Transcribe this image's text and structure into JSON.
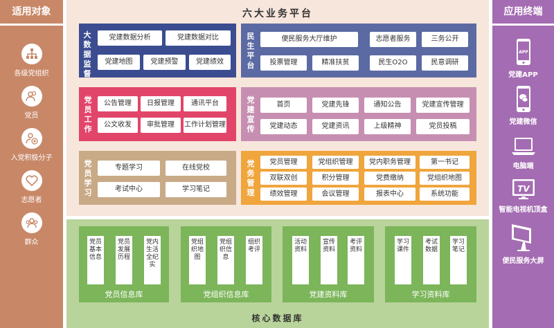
{
  "left": {
    "header": "适用对象",
    "items": [
      {
        "label": "各级党组织",
        "icon": "org-chart-icon"
      },
      {
        "label": "党员",
        "icon": "people-icon"
      },
      {
        "label": "入党积极分子",
        "icon": "person-add-icon"
      },
      {
        "label": "志愿者",
        "icon": "heart-icon"
      },
      {
        "label": "群众",
        "icon": "group-icon"
      }
    ]
  },
  "right": {
    "header": "应用终端",
    "items": [
      {
        "label": "党建APP",
        "icon": "phone-app-icon",
        "icon_text": "APP"
      },
      {
        "label": "党建微信",
        "icon": "wechat-phone-icon"
      },
      {
        "label": "电脑端",
        "icon": "laptop-icon"
      },
      {
        "label": "智能电视机顶盒",
        "icon": "tv-icon",
        "icon_text": "TV"
      },
      {
        "label": "便民服务大屏",
        "icon": "kiosk-icon"
      }
    ]
  },
  "platform": {
    "title": "六大业务平台",
    "panels": {
      "bigdata": {
        "title": "大数据监督",
        "color": "#3b4d90",
        "buttons": [
          "党建数据分析",
          "党建数据对比",
          "党建地图",
          "党建预警",
          "党建绩效"
        ]
      },
      "livelihood": {
        "title": "民生平台",
        "color": "#5b6aa3",
        "buttons": [
          "便民服务大厅维护",
          "志愿者服务",
          "三务公开",
          "投票管理",
          "精准扶贫",
          "民生O2O",
          "民意调研"
        ]
      },
      "staff": {
        "title": "党员工作",
        "color": "#e2456a",
        "buttons": [
          "公告管理",
          "日报管理",
          "通讯平台",
          "公文收发",
          "审批管理",
          "工作计划管理"
        ]
      },
      "publicity": {
        "title": "党建宣传",
        "color": "#c68fb2",
        "buttons": [
          "首页",
          "党建先锋",
          "通知公告",
          "党建宣传管理",
          "党建动态",
          "党建资讯",
          "上级精神",
          "党员投稿"
        ]
      },
      "study": {
        "title": "党员学习",
        "color": "#c8aa86",
        "buttons": [
          "专题学习",
          "在线党校",
          "考试中心",
          "学习笔记"
        ]
      },
      "affairs": {
        "title": "党务管理",
        "color": "#f0a53d",
        "buttons": [
          "党员管理",
          "党组织管理",
          "党内职务管理",
          "第一书记",
          "双联双创",
          "积分管理",
          "党费缴纳",
          "党组织地图",
          "绩效管理",
          "会议管理",
          "报表中心",
          "系统功能"
        ]
      }
    }
  },
  "core": {
    "title": "核心数据库",
    "dbs": [
      {
        "title": "党员信息库",
        "cards": [
          "党员基本信息",
          "党员发展历程",
          "党内生活全纪实"
        ]
      },
      {
        "title": "党组织信息库",
        "cards": [
          "党组织地图",
          "党组织信息",
          "组织考评"
        ]
      },
      {
        "title": "党建资料库",
        "cards": [
          "活动资料",
          "宣传资料",
          "考评资料"
        ]
      },
      {
        "title": "学习资料库",
        "cards": [
          "学习课件",
          "考试数据",
          "学习笔记"
        ]
      }
    ]
  }
}
